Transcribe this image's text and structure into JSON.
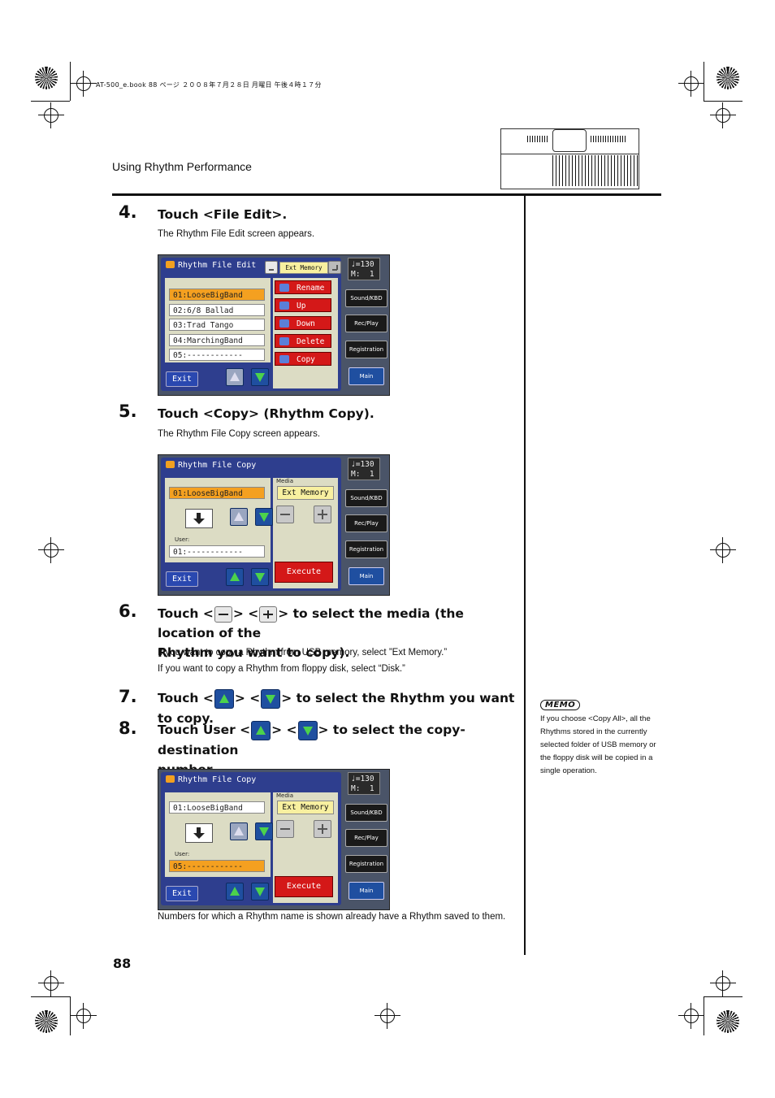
{
  "header": {
    "print_info": "AT-500_e.book  88 ページ  ２００８年７月２８日  月曜日  午後４時１７分",
    "section": "Using Rhythm Performance"
  },
  "page_number": "88",
  "steps": [
    {
      "num": "4.",
      "title": "Touch <File Edit>.",
      "desc": "The Rhythm File Edit screen appears."
    },
    {
      "num": "5.",
      "title": "Touch <Copy> (Rhythm Copy).",
      "desc": "The Rhythm File Copy screen appears."
    },
    {
      "num": "6.",
      "title_a": "Touch <",
      "title_b": "> <",
      "title_c": "> to select the media (the location of the",
      "title_d": "Rhythm you want to copy).",
      "desc1": "If you want to copy a Rhythm from USB memory, select ”Ext Memory.”",
      "desc2": "If you want to copy a Rhythm from floppy disk, select “Disk.”"
    },
    {
      "num": "7.",
      "title_a": "Touch <",
      "title_b": "> <",
      "title_c": "> to select the Rhythm you want to copy."
    },
    {
      "num": "8.",
      "title_a": "Touch User <",
      "title_b": "> <",
      "title_c": "> to select the copy-destination",
      "title_d": "number."
    }
  ],
  "footnote": "Numbers for which a Rhythm name is shown already have a Rhythm saved to them.",
  "memo": {
    "icon": "MEMO",
    "text": "If you choose <Copy All>, all the Rhythms stored in the currently selected folder of USB memory or the floppy disk will be copied in a single operation."
  },
  "screen_common": {
    "tempo": "♩=130\nM:  1",
    "sound_kbd": "Sound/KBD",
    "rec_play": "Rec/Play",
    "registration": "Registration",
    "main": "Main",
    "exit": "Exit"
  },
  "screen1": {
    "title": "Rhythm File Edit",
    "media": "Ext Memory",
    "rows": [
      "01:LooseBigBand",
      "02:6/8 Ballad",
      "03:Trad Tango",
      "04:MarchingBand",
      "05:------------"
    ],
    "buttons": [
      "Rename",
      "Up",
      "Down",
      "Delete",
      "Copy"
    ]
  },
  "screen2": {
    "title": "Rhythm File Copy",
    "media_label": "Media",
    "media": "Ext Memory",
    "source": "01:LooseBigBand",
    "user_label": "User:",
    "dest": "01:------------",
    "execute": "Execute"
  },
  "screen3": {
    "title": "Rhythm File Copy",
    "media_label": "Media",
    "media": "Ext Memory",
    "source": "01:LooseBigBand",
    "user_label": "User:",
    "dest": "05:------------",
    "execute": "Execute"
  }
}
